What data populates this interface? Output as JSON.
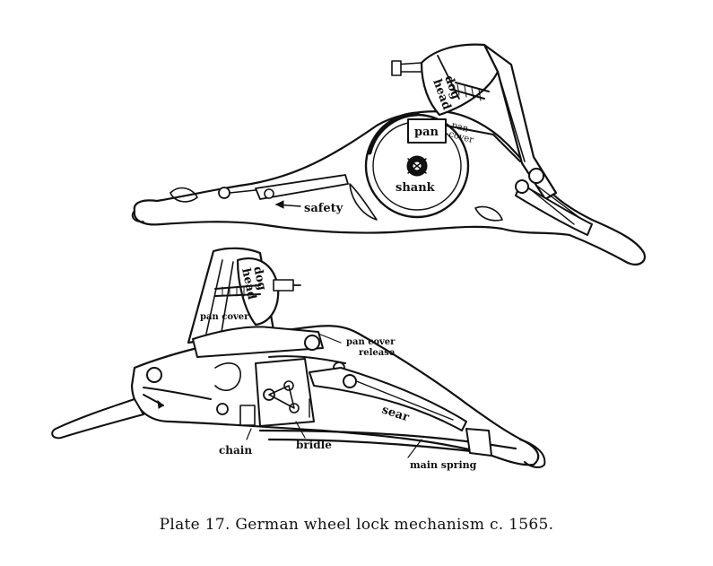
{
  "caption": "Plate 17. German wheel lock mechanism c. 1565.",
  "upper_view": {
    "labels": {
      "dog_head_1": "dog",
      "dog_head_2": "head",
      "pan": "pan",
      "pan_cover_1": "pan",
      "pan_cover_2": "cover",
      "shank": "shank",
      "safety": "safety"
    }
  },
  "lower_view": {
    "labels": {
      "dog_head_1": "dog",
      "dog_head_2": "head",
      "pan_cover": "pan cover",
      "pan_cover_release_1": "pan cover",
      "pan_cover_release_2": "release",
      "sear": "sear",
      "chain": "chain",
      "bridle": "bridle",
      "main_spring": "main spring"
    }
  }
}
